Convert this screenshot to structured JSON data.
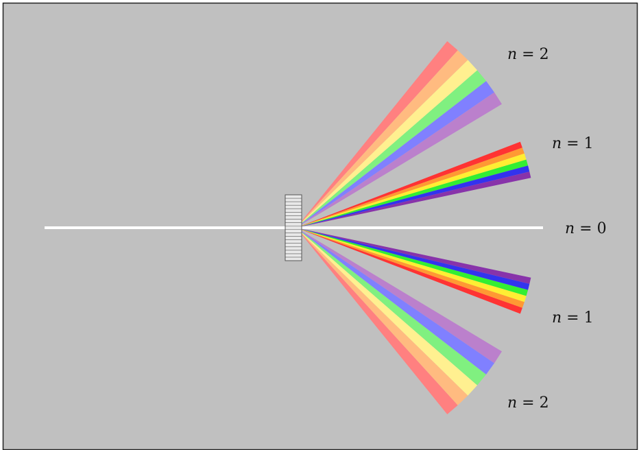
{
  "diagram": {
    "background_color": "#c0c0c0",
    "frame_color": "#222222",
    "incident_beam_color": "#ffffff",
    "grating": {
      "fill_color": "#e8e8e8",
      "line_color": "#555555",
      "line_count": 19
    },
    "spectrum_colors": {
      "first_order": [
        "#ff3333",
        "#ff9933",
        "#ffee33",
        "#33ee33",
        "#3333ee",
        "#8833aa"
      ],
      "second_order": [
        "#ff8080",
        "#ffbb80",
        "#fff090",
        "#80f080",
        "#8080ff",
        "#bb80cc"
      ]
    },
    "orders": [
      {
        "id": "order-0-label",
        "n_label": "n",
        "eq": " = ",
        "value": "0"
      },
      {
        "id": "order-plus1-label",
        "n_label": "n",
        "eq": " = ",
        "value": "1"
      },
      {
        "id": "order-plus2-label",
        "n_label": "n",
        "eq": " = ",
        "value": "2"
      },
      {
        "id": "order-minus1-label",
        "n_label": "n",
        "eq": " = ",
        "value": "1"
      },
      {
        "id": "order-minus2-label",
        "n_label": "n",
        "eq": " = ",
        "value": "2"
      }
    ]
  }
}
